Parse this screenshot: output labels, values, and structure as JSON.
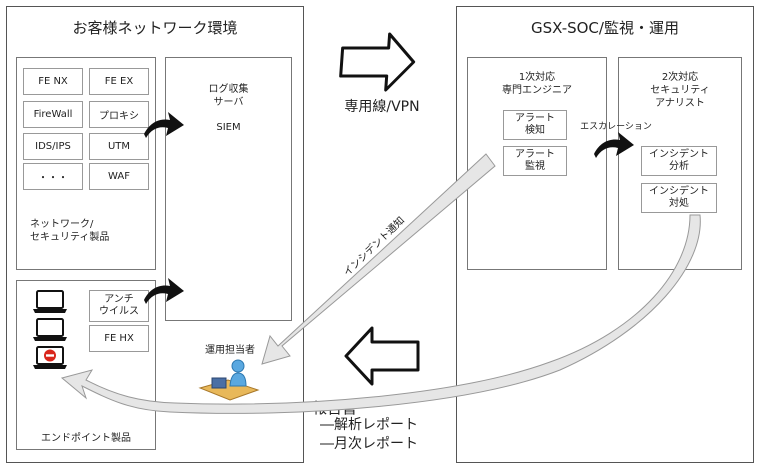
{
  "left_panel": {
    "title": "お客様ネットワーク環境",
    "network_products": {
      "items": [
        "FE NX",
        "FE EX",
        "FireWall",
        "プロキシ",
        "IDS/IPS",
        "UTM",
        "・・・",
        "WAF"
      ],
      "label_line1": "ネットワーク/",
      "label_line2": "セキュリティ製品"
    },
    "log_server": {
      "line1": "ログ収集",
      "line2": "サーバ",
      "line3": "SIEM"
    },
    "endpoint": {
      "items": [
        "アンチ\nウイルス",
        "FE HX"
      ],
      "label": "エンドポイント製品"
    },
    "operator_label": "運用担当者"
  },
  "right_panel": {
    "title": "GSX-SOC/監視・運用",
    "tier1": {
      "line1": "1次対応",
      "line2": "専門エンジニア",
      "items": [
        "アラート\n検知",
        "アラート\n監視"
      ]
    },
    "tier2": {
      "line1": "2次対応",
      "line2": "セキュリティ",
      "line3": "アナリスト",
      "items": [
        "インシデント\n分析",
        "インシデント\n対処"
      ]
    },
    "escalation_label": "エスカレーション"
  },
  "middle": {
    "connection_label": "専用線/VPN",
    "incident_notice": "インシデント通知",
    "report": {
      "title": "報告書",
      "item1": "―解析レポート",
      "item2": "―月次レポート"
    }
  },
  "colors": {
    "border": "#555555",
    "arrow_fill": "#e6e6e6",
    "alert_red": "#d9261c",
    "operator_desk": "#e8b85a",
    "operator_person": "#5aa8e0"
  }
}
